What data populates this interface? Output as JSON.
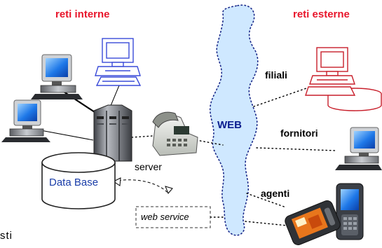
{
  "headings": {
    "internal": "reti interne",
    "external": "reti esterne"
  },
  "labels": {
    "web": "WEB",
    "server": "server",
    "database": "Data Base",
    "web_service": "web service",
    "branches": "filiali",
    "suppliers": "fornitori",
    "agents": "agenti",
    "partial_word": "sti"
  },
  "icons": {
    "workstation": "desktop-computer-icon",
    "server": "server-tower-icon",
    "phone": "office-telephone-icon",
    "mobile": "smartphone-icon",
    "database": "database-cylinder-icon"
  },
  "colors": {
    "heading": "#e8152b",
    "web_cloud": "#cfe8ff",
    "web_text": "#0b1f8f",
    "database_text": "#1a3da8",
    "outline_blue": "#3a4bd8",
    "outline_red": "#c81e2a"
  }
}
